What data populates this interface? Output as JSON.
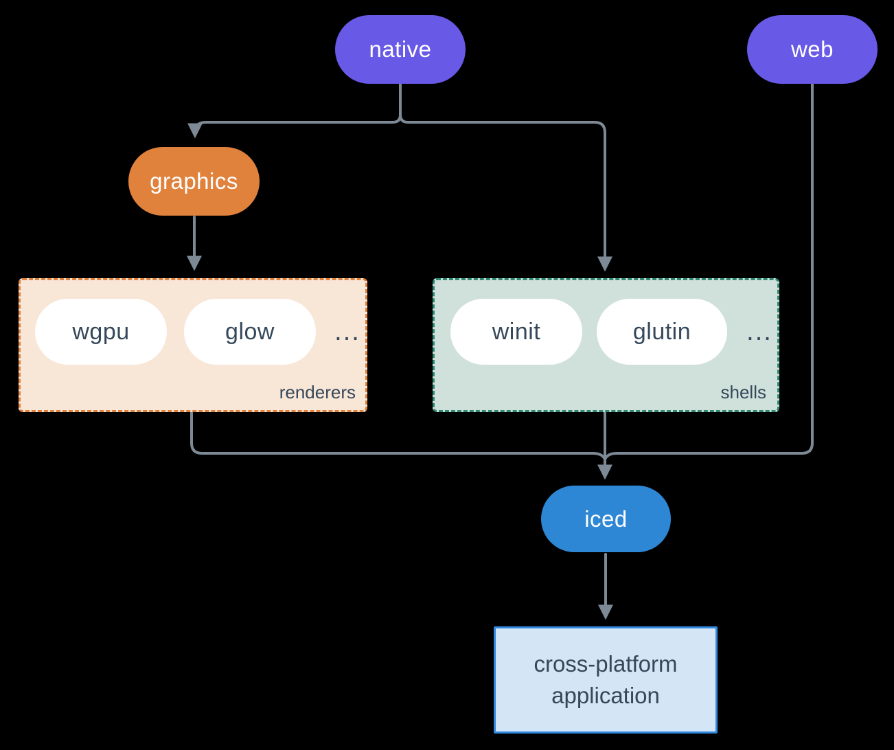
{
  "diagram": {
    "nodes": {
      "native": {
        "label": "native"
      },
      "web": {
        "label": "web"
      },
      "graphics": {
        "label": "graphics"
      },
      "iced": {
        "label": "iced"
      },
      "application": {
        "line1": "cross-platform",
        "line2": "application"
      }
    },
    "groups": {
      "renderers": {
        "label": "renderers",
        "items": [
          "wgpu",
          "glow"
        ],
        "more": "..."
      },
      "shells": {
        "label": "shells",
        "items": [
          "winit",
          "glutin"
        ],
        "more": "..."
      }
    },
    "edges": [
      {
        "from": "native",
        "to": "graphics"
      },
      {
        "from": "native",
        "to": "shells"
      },
      {
        "from": "graphics",
        "to": "renderers"
      },
      {
        "from": "renderers",
        "to": "iced"
      },
      {
        "from": "shells",
        "to": "iced"
      },
      {
        "from": "web",
        "to": "iced"
      },
      {
        "from": "iced",
        "to": "application"
      }
    ],
    "colors": {
      "background": "#000000",
      "purple": "#6859e6",
      "orange": "#e0813c",
      "peach_fill": "#f8e6d7",
      "teal": "#2e8872",
      "sage_fill": "#d0e1db",
      "blue": "#2e87d5",
      "light_blue_fill": "#d4e5f6",
      "blue_border": "#3089df",
      "edge": "#7d8a96",
      "dark_text": "#35485a",
      "white_text": "#ffffff"
    }
  }
}
